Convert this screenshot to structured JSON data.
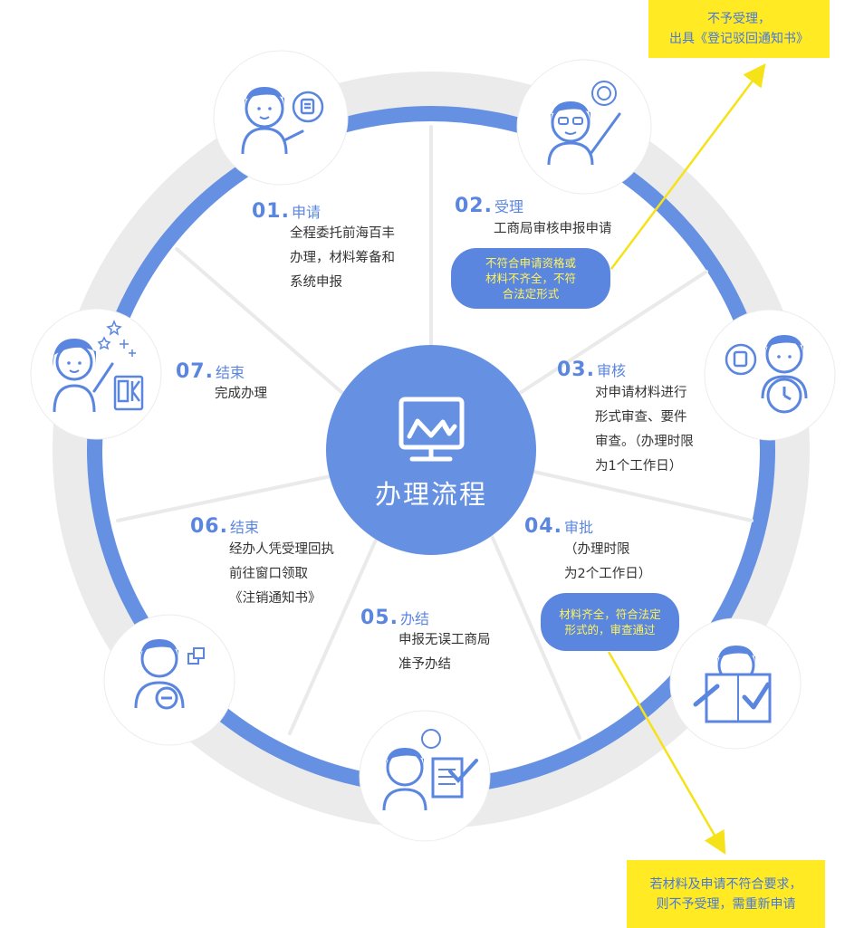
{
  "center": {
    "label": "办理流程"
  },
  "steps": [
    {
      "num": "01.",
      "title": "申请",
      "lines": [
        "全程委托前海百丰",
        "办理，材料筹备和",
        "系统申报"
      ]
    },
    {
      "num": "02.",
      "title": "受理",
      "lines": [
        "工商局审核申报申请"
      ]
    },
    {
      "num": "03.",
      "title": "审核",
      "lines": [
        "对申请材料进行",
        "形式审查、要件",
        "审查。（办理时限",
        "为1个工作日）"
      ]
    },
    {
      "num": "04.",
      "title": "审批",
      "lines": [
        "（办理时限",
        "为2个工作日）"
      ]
    },
    {
      "num": "05.",
      "title": "办结",
      "lines": [
        "申报无误工商局",
        "准予办结"
      ]
    },
    {
      "num": "06.",
      "title": "结束",
      "lines": [
        "经办人凭受理回执",
        "前往窗口领取",
        "《注销通知书》"
      ]
    },
    {
      "num": "07.",
      "title": "结束",
      "lines": [
        "完成办理"
      ]
    }
  ],
  "pills": {
    "reject": [
      "不符合申请资格或",
      "材料不齐全，不符",
      "合法定形式"
    ],
    "approve": [
      "材料齐全，符合法定",
      "形式的，审查通过"
    ]
  },
  "notes": {
    "top": [
      "不予受理，",
      "出具《登记驳回通知书》"
    ],
    "bottom": [
      "若材料及申请不符合要求，",
      "则不予受理，需重新申请"
    ]
  },
  "colors": {
    "accent": "#5b86e0",
    "ring": "#6691e3",
    "yellow": "#ffea24",
    "arrow": "#f5e219"
  },
  "icons": [
    "chart-trend-icon",
    "speech-bubble-icon",
    "magnifier-icon",
    "seal-icon",
    "clock-icon",
    "checkmark-icon",
    "ok-badge-icon",
    "copy-icon"
  ]
}
